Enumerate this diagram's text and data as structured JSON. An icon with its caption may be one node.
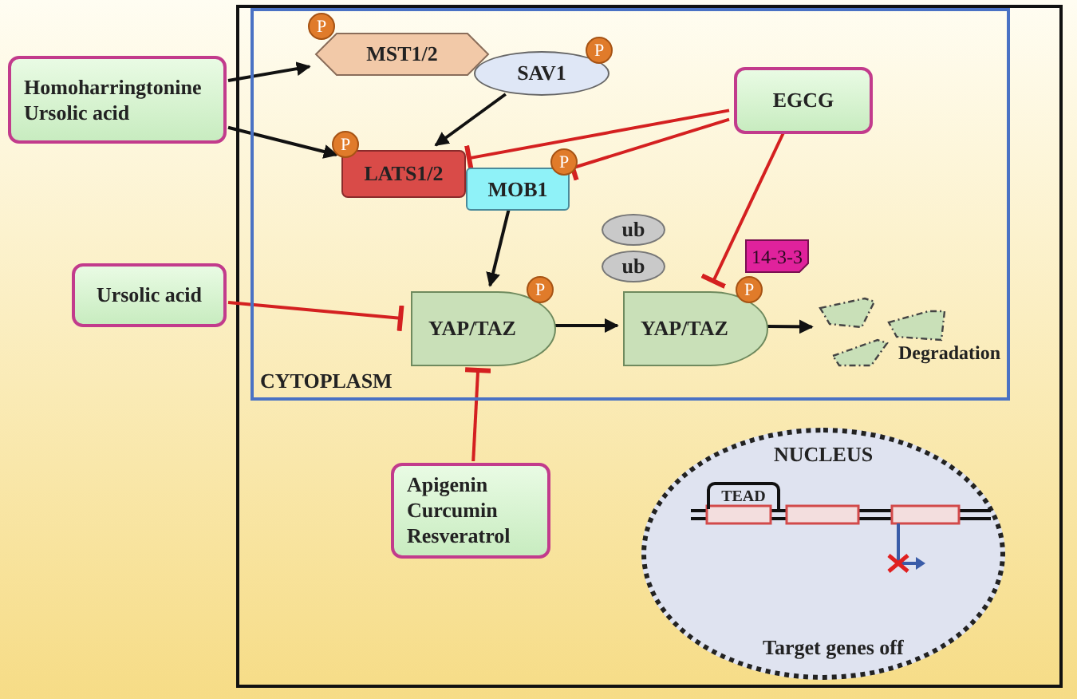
{
  "diagram": {
    "nodes": [
      {
        "text": [
          "Homoharringtonine",
          "Ursolic acid"
        ]
      },
      {
        "text": [
          "CYTOPLASM"
        ]
      },
      {
        "text": [
          "MST1/2"
        ],
        "in": 1,
        "beside": [
          "P"
        ]
      },
      {
        "text": [
          "SAV1"
        ],
        "in": 1,
        "beside": [
          "P"
        ]
      },
      {
        "text": [
          "LATS1/2"
        ],
        "in": 1,
        "beside": [
          "P"
        ]
      },
      {
        "text": [
          "MOB1"
        ],
        "in": 1,
        "beside": [
          "P"
        ]
      },
      {
        "text": [
          "EGCG"
        ],
        "in": 1
      },
      {
        "text": [
          "ub"
        ],
        "in": 1
      },
      {
        "text": [
          "ub"
        ],
        "in": 1
      },
      {
        "text": [
          "14-3-3"
        ],
        "in": 1
      },
      {
        "text": [
          "YAP/TAZ"
        ],
        "in": 1,
        "beside": [
          "P"
        ]
      },
      {
        "text": [
          "YAP/TAZ"
        ],
        "in": 1,
        "beside": [
          "P"
        ]
      },
      {
        "text": [
          "Degradation"
        ],
        "in": 1
      },
      {
        "text": [
          "Ursolic acid"
        ]
      },
      {
        "text": [
          "Apigenin",
          "Curcumin",
          "Resveratrol"
        ]
      },
      {
        "text": [
          "NUCLEUS"
        ]
      },
      {
        "text": [
          "TEAD"
        ],
        "in": 15
      }
    ],
    "edges": [
      {
        "from": 0,
        "to": 2,
        "arrow": "to"
      },
      {
        "from": 0,
        "to": 4,
        "arrow": "to"
      },
      {
        "from": 3,
        "to": 4,
        "arrow": "to"
      },
      {
        "from": 6,
        "to": 4,
        "arrow": "other",
        "color": "#d42020"
      },
      {
        "from": 6,
        "to": 5,
        "arrow": "other",
        "color": "#d42020"
      },
      {
        "from": 6,
        "to": 11,
        "arrow": "other",
        "color": "#d42020"
      },
      {
        "from": 5,
        "to": 10,
        "arrow": "to"
      },
      {
        "from": 13,
        "to": 10,
        "arrow": "other",
        "color": "#d42020"
      },
      {
        "from": 14,
        "to": 10,
        "arrow": "other",
        "color": "#d42020"
      },
      {
        "from": 10,
        "to": 11,
        "arrow": "to"
      },
      {
        "from": 11,
        "to": 12,
        "arrow": "to"
      }
    ],
    "labels": [
      "Target genes off"
    ]
  }
}
